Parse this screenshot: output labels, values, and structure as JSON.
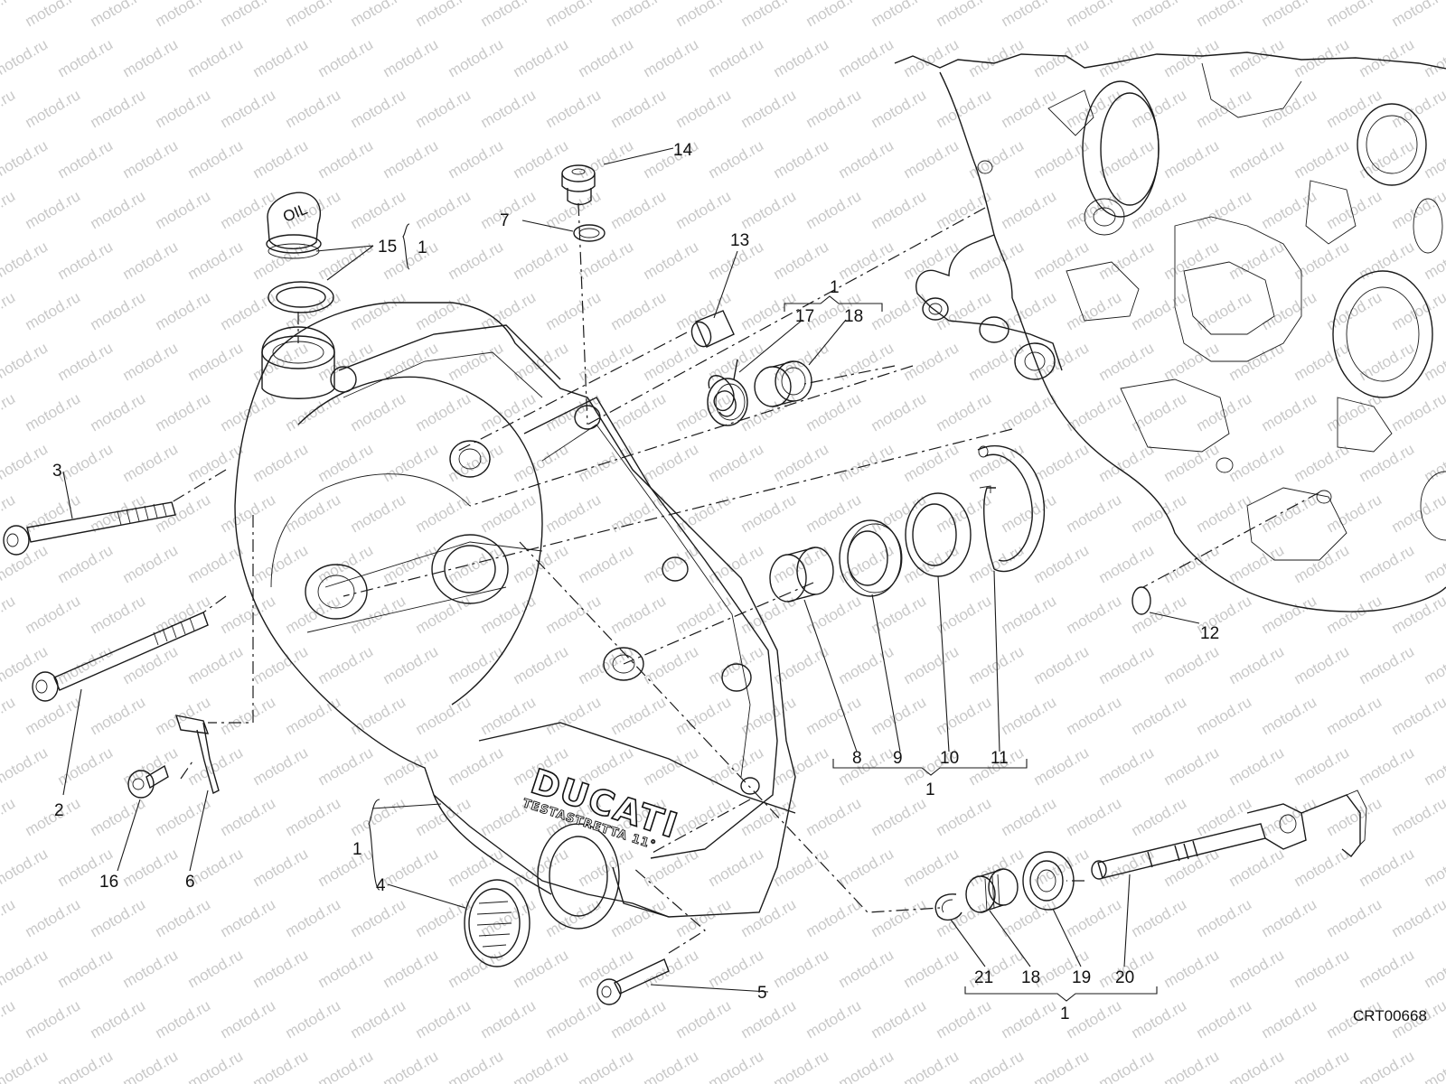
{
  "watermark": "motod.ru",
  "diagram_code": "CRT00668",
  "cap_text": "OIL",
  "cover_brand": "DUCATI",
  "cover_subtitle": "TESTASTRETTA 11°",
  "parts": {
    "p1": "1",
    "p2": "2",
    "p3": "3",
    "p4": "4",
    "p5": "5",
    "p6": "6",
    "p7": "7",
    "p8": "8",
    "p9": "9",
    "p10": "10",
    "p11": "11",
    "p12": "12",
    "p13": "13",
    "p14": "14",
    "p15": "15",
    "p16": "16",
    "p17": "17",
    "p18": "18",
    "p19": "19",
    "p20": "20",
    "p21": "21"
  }
}
